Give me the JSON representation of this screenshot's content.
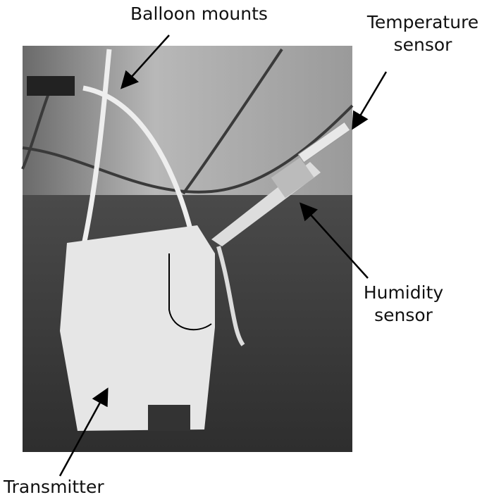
{
  "figure": {
    "labels": {
      "balloon_mounts": "Balloon mounts",
      "temperature_sensor_line1": "Temperature",
      "temperature_sensor_line2": "sensor",
      "humidity_sensor_line1": "Humidity",
      "humidity_sensor_line2": "sensor",
      "transmitter": "Transmitter"
    }
  }
}
